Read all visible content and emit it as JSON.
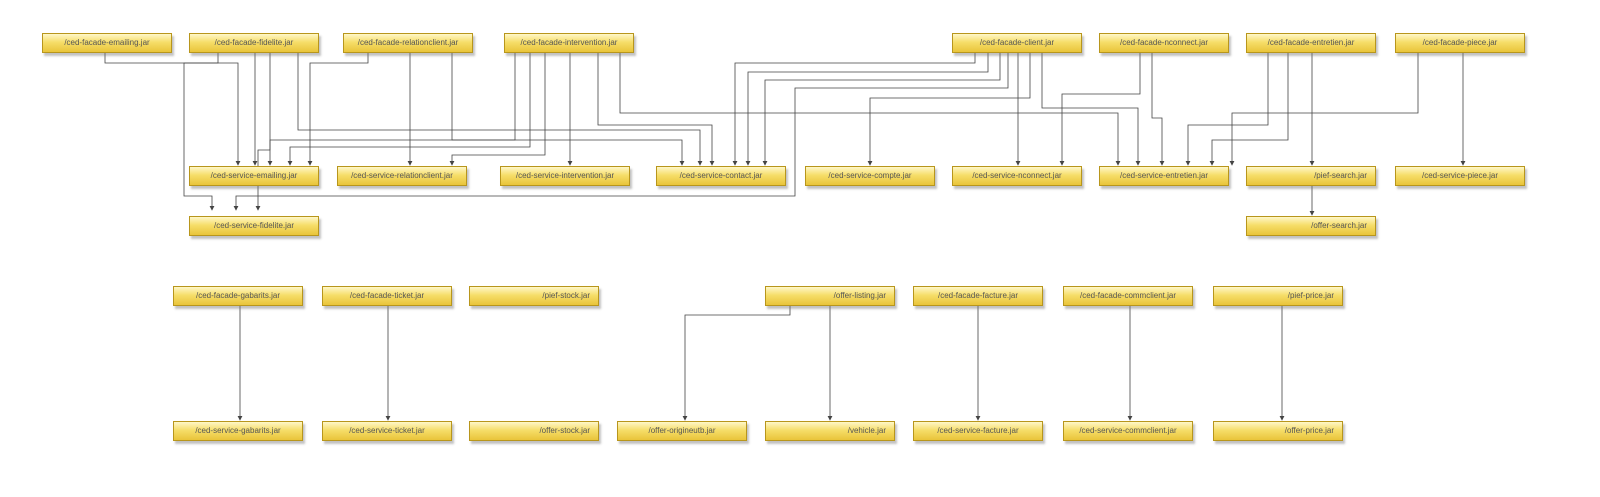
{
  "nodes": {
    "f_emailing": "/ced-facade-emailing.jar",
    "f_fidelite": "/ced-facade-fidelite.jar",
    "f_relation": "/ced-facade-relationclient.jar",
    "f_interv": "/ced-facade-intervention.jar",
    "f_client": "/ced-facade-client.jar",
    "f_nconnect": "/ced-facade-nconnect.jar",
    "f_entretien": "/ced-facade-entretien.jar",
    "f_piece": "/ced-facade-piece.jar",
    "s_emailing": "/ced-service-emailing.jar",
    "s_relation": "/ced-service-relationclient.jar",
    "s_interv": "/ced-service-intervention.jar",
    "s_contact": "/ced-service-contact.jar",
    "s_compte": "/ced-service-compte.jar",
    "s_nconnect": "/ced-service-nconnect.jar",
    "s_entretien": "/ced-service-entretien.jar",
    "pief_search": "/pief-search.jar",
    "s_piece": "/ced-service-piece.jar",
    "s_fidelite": "/ced-service-fidelite.jar",
    "offer_search": "/offer-search.jar",
    "f_gabarits": "/ced-facade-gabarits.jar",
    "f_ticket": "/ced-facade-ticket.jar",
    "pief_stock": "/pief-stock.jar",
    "offer_listing": "/offer-listing.jar",
    "f_facture": "/ced-facade-facture.jar",
    "f_commclient": "/ced-facade-commclient.jar",
    "pief_price": "/pief-price.jar",
    "s_gabarits": "/ced-service-gabarits.jar",
    "s_ticket": "/ced-service-ticket.jar",
    "offer_stock": "/offer-stock.jar",
    "offer_origineutb": "/offer-origineutb.jar",
    "vehicle": "/vehicle.jar",
    "s_facture": "/ced-service-facture.jar",
    "s_commclient": "/ced-service-commclient.jar",
    "offer_price": "/offer-price.jar"
  }
}
